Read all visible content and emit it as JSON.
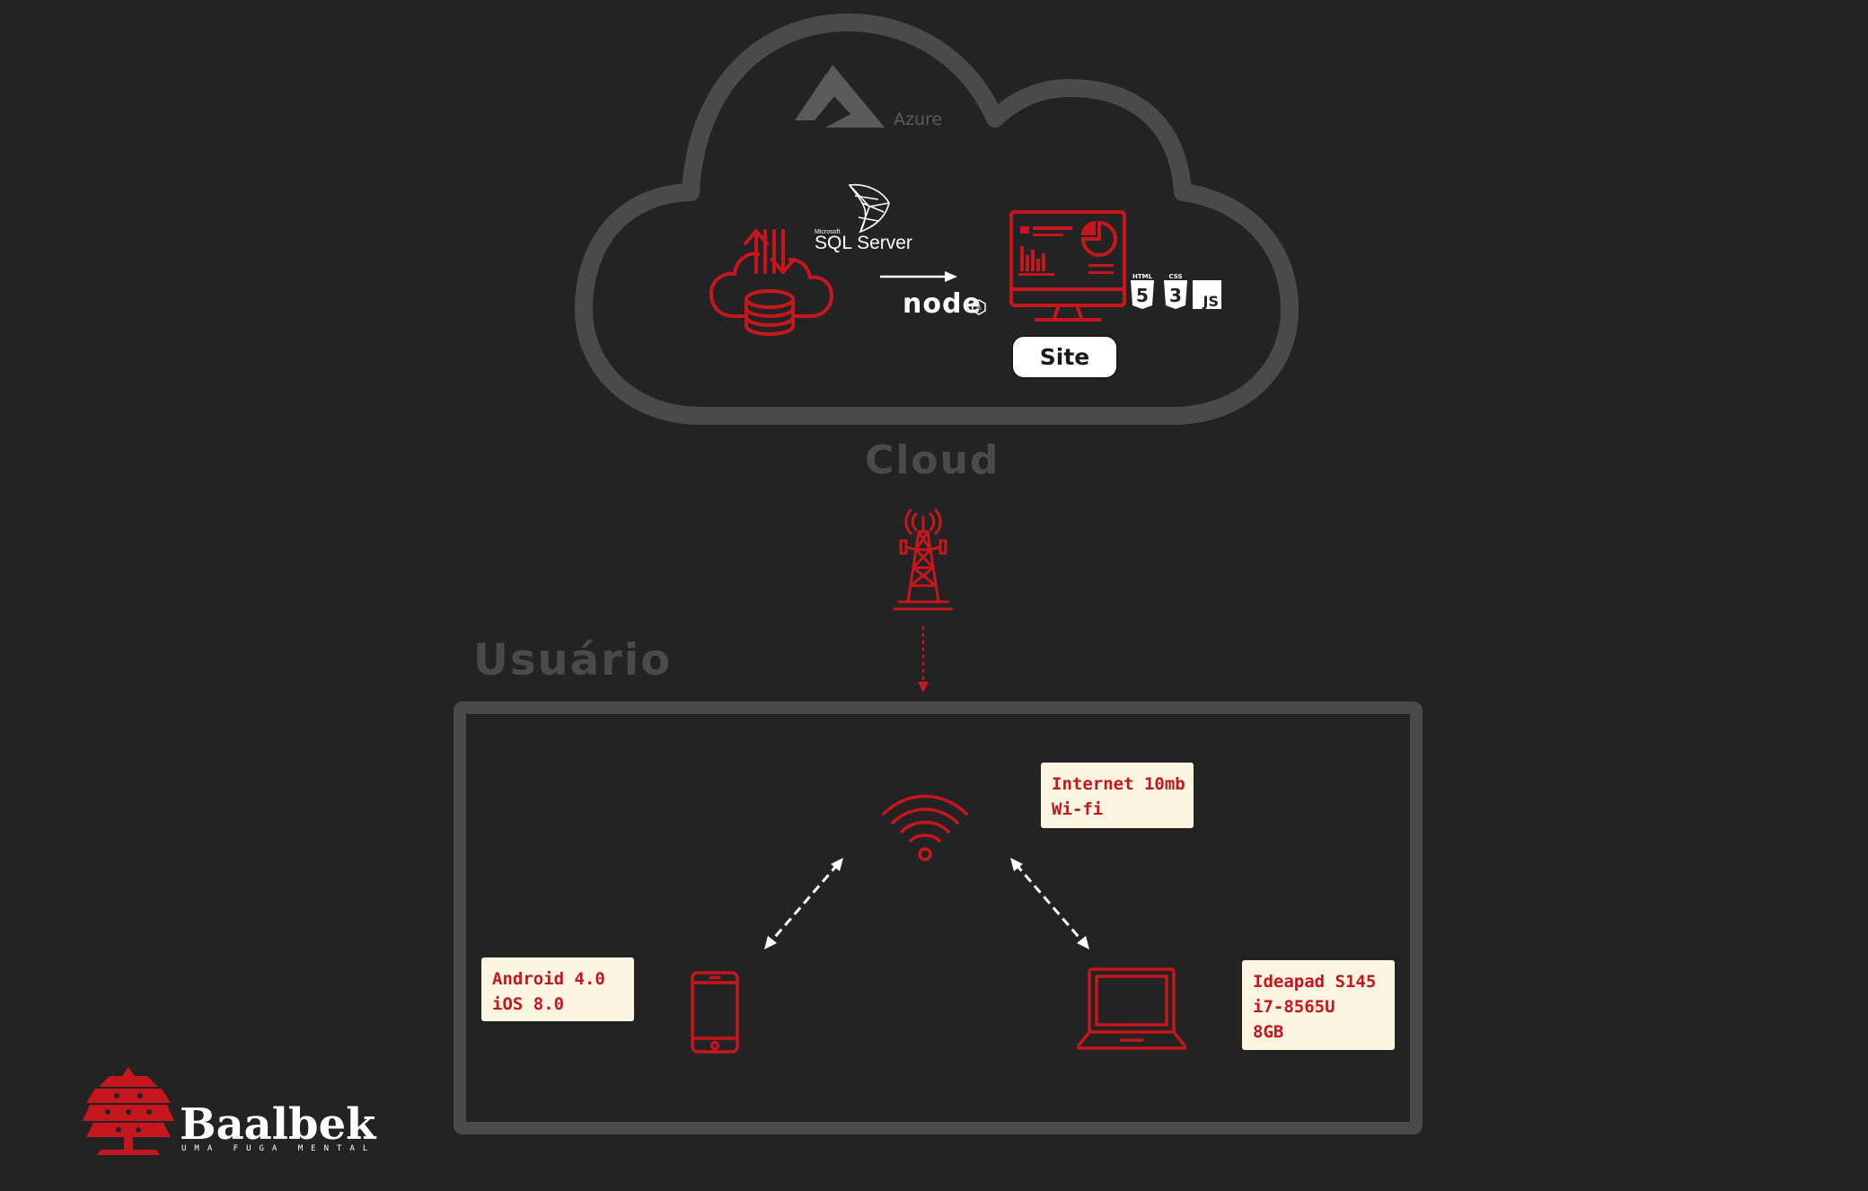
{
  "cloud": {
    "provider_label": "Azure",
    "title": "Cloud",
    "database_label": "SQL Server",
    "database_vendor": "Microsoft",
    "runtime_label": "node",
    "site_button": "Site",
    "tech_badges": [
      {
        "caption": "HTML",
        "glyph": "5"
      },
      {
        "caption": "CSS",
        "glyph": "3"
      },
      {
        "caption": "",
        "glyph": "JS"
      }
    ]
  },
  "user": {
    "title": "Usuário",
    "network_note": [
      "Internet 10mb",
      "Wi-fi"
    ],
    "mobile_note": [
      "Android 4.0",
      "iOS 8.0"
    ],
    "laptop_note": [
      "Ideapad S145",
      "i7-8565U",
      "8GB"
    ]
  },
  "brand": {
    "name": "Baalbek",
    "tagline": "UMA FUGA MENTAL"
  },
  "colors": {
    "background": "#232323",
    "outline": "#4a4a4a",
    "accent": "#c5161d",
    "note_bg": "#fbf5e1",
    "white": "#ffffff"
  },
  "icons": {
    "provider": "azure-logo-icon",
    "database": "cloud-database-icon",
    "dashboard": "monitor-dashboard-icon",
    "tower": "antenna-tower-icon",
    "wifi": "wifi-icon",
    "mobile": "smartphone-icon",
    "laptop": "laptop-icon",
    "brand": "cedar-tree-icon"
  }
}
